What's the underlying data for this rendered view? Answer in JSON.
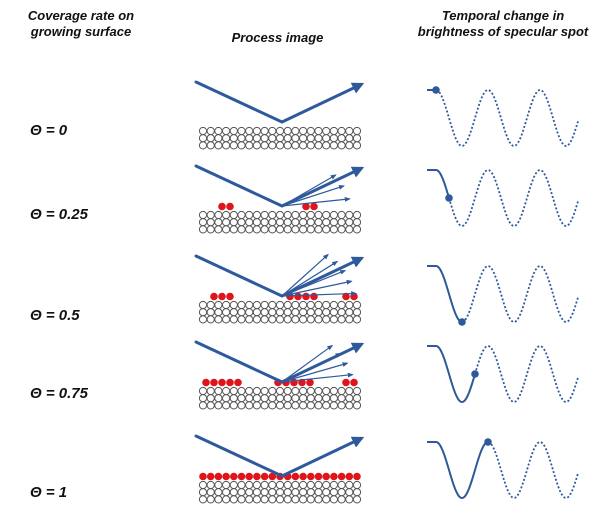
{
  "headers": {
    "coverage": [
      "Coverage rate on",
      "growing surface"
    ],
    "process": "Process image",
    "temporal": [
      "Temporal change in",
      "brightness of specular spot"
    ]
  },
  "rows": [
    {
      "label": "Θ = 0",
      "coverage": 0
    },
    {
      "label": "Θ = 0.25",
      "coverage": 0.25
    },
    {
      "label": "Θ = 0.5",
      "coverage": 0.5
    },
    {
      "label": "Θ = 0.75",
      "coverage": 0.75
    },
    {
      "label": "Θ = 1",
      "coverage": 1
    }
  ],
  "colors": {
    "beam": "#2e5a9c",
    "adatom": "#e0141b",
    "atom_stroke": "#555555",
    "curve": "#2e5a9c",
    "text": "#111111"
  }
}
